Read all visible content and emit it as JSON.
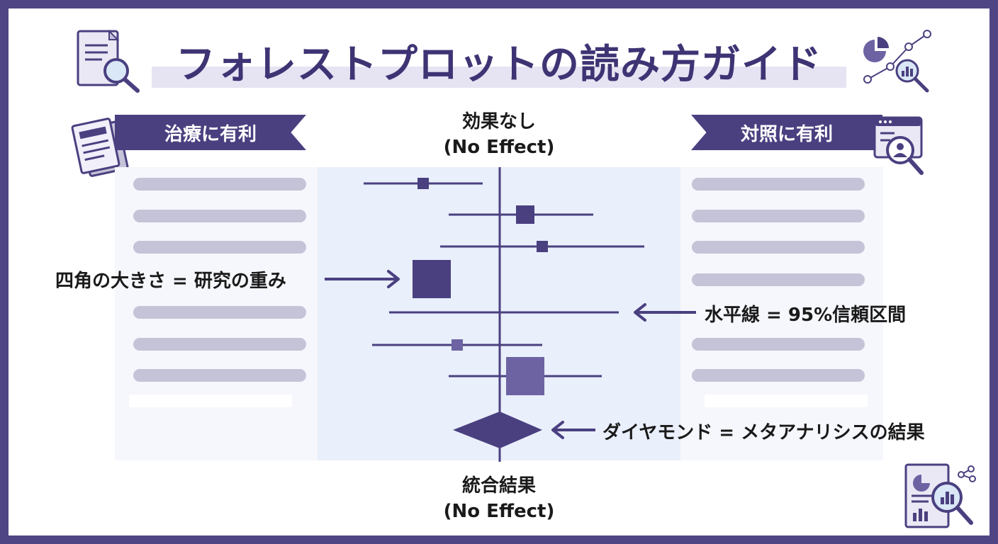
{
  "title": "フォレストプロットの読み方ガイド",
  "left_header": "治療に有利",
  "right_header": "対照に有利",
  "top_axis": {
    "line1": "効果なし",
    "line2": "(No Effect)"
  },
  "bottom_axis": {
    "line1": "統合結果",
    "line2": "(No Effect)"
  },
  "annotations": {
    "square_size": "四角の大きさ = 研究の重み",
    "horizontal_line": "水平線 = 95%信頼区間",
    "diamond": "ダイヤモンド = メタアナリシスの結果"
  },
  "colors": {
    "accent": "#4a4080",
    "dark": "#3e3474",
    "placeholder": "#c5c3d8",
    "center_panel": "#e9effb"
  },
  "icons": {
    "top_left": "document-search-icon",
    "top_right": "chart-network-icon",
    "left_header": "documents-icon",
    "right_header": "browser-user-search-icon",
    "bottom_right": "report-analytics-icon"
  },
  "studies": [
    {
      "estimate": -0.9,
      "ci_low": -1.6,
      "ci_high": -0.2,
      "weight": "small"
    },
    {
      "estimate": 0.3,
      "ci_low": -0.6,
      "ci_high": 1.1,
      "weight": "medium"
    },
    {
      "estimate": 0.5,
      "ci_low": -0.7,
      "ci_high": 1.7,
      "weight": "small"
    },
    {
      "estimate": -0.8,
      "ci_low": -0.8,
      "ci_high": -0.8,
      "weight": "large"
    },
    {
      "estimate": 0.0,
      "ci_low": -1.3,
      "ci_high": 1.4,
      "weight": "none"
    },
    {
      "estimate": -0.5,
      "ci_low": -1.5,
      "ci_high": 0.5,
      "weight": "small"
    },
    {
      "estimate": 0.3,
      "ci_low": -0.6,
      "ci_high": 1.2,
      "weight": "large"
    }
  ],
  "pooled": {
    "estimate": 0.0,
    "ci_low": -0.55,
    "ci_high": 0.5
  }
}
